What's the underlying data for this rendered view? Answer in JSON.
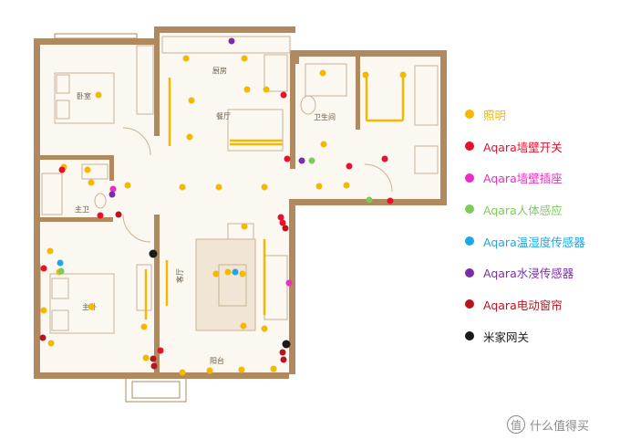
{
  "colors": {
    "wall": "#b08a5e",
    "floor": "#fbf8f2",
    "lighting": "#f5b800",
    "wall_switch": "#e8102a",
    "wall_socket": "#ee2bc4",
    "motion_sensor": "#7ecb5b",
    "temp_humidity": "#1aa8e6",
    "water_leak": "#7a2ea6",
    "curtain": "#b8141e",
    "gateway": "#1a1a1a"
  },
  "rooms": {
    "bedroom": "卧室",
    "kitchen": "厨房",
    "dining": "餐厅",
    "bathroom": "卫生间",
    "main_bath": "主卫",
    "master_bedroom": "主卧",
    "living": "客厅",
    "balcony": "阳台"
  },
  "legend": [
    {
      "key": "lighting",
      "label": "照明",
      "color": "#f5b800",
      "text_color": "#f5b800",
      "icon": "yellow-dot"
    },
    {
      "key": "wall_switch",
      "label": "Aqara墙壁开关",
      "color": "#e8102a",
      "text_color": "#e8102a",
      "icon": "red-dot"
    },
    {
      "key": "wall_socket",
      "label": "Aqara墙壁插座",
      "color": "#ee2bc4",
      "text_color": "#ee2bc4",
      "icon": "magenta-dot"
    },
    {
      "key": "motion_sensor",
      "label": "Aqara人体感应",
      "color": "#7ecb5b",
      "text_color": "#7ecb5b",
      "icon": "green-dot"
    },
    {
      "key": "temp_humidity",
      "label": "Aqara温湿度传感器",
      "color": "#1aa8e6",
      "text_color": "#1aa8e6",
      "icon": "blue-dot"
    },
    {
      "key": "water_leak",
      "label": "Aqara水浸传感器",
      "color": "#7a2ea6",
      "text_color": "#7a2ea6",
      "icon": "purple-dot"
    },
    {
      "key": "curtain",
      "label": "Aqara电动窗帘",
      "color": "#b8141e",
      "text_color": "#b8141e",
      "icon": "darkred-dot"
    },
    {
      "key": "gateway",
      "label": "米家网关",
      "color": "#1a1a1a",
      "text_color": "#1a1a1a",
      "icon": "black-dot"
    }
  ],
  "watermark": {
    "badge": "值",
    "text": "什么值得买",
    "icon": "smzdm-logo-icon"
  }
}
